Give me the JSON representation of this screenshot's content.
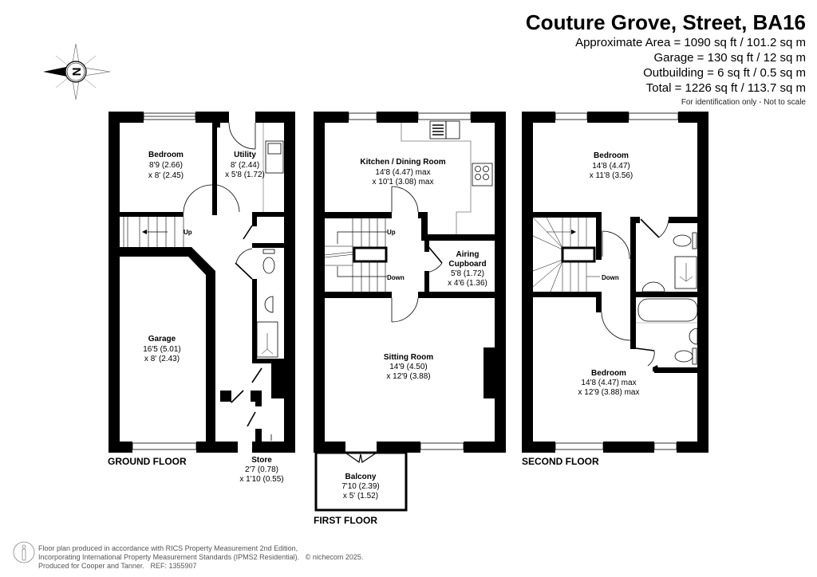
{
  "header": {
    "title": "Couture Grove, Street, BA16",
    "areas": [
      "Approximate Area = 1090 sq ft / 101.2 sq m",
      "Garage = 130 sq ft / 12 sq m",
      "Outbuilding = 6 sq ft / 0.5 sq m",
      "Total = 1226 sq ft / 113.7 sq m"
    ],
    "note": "For identification only - Not to scale"
  },
  "compass": {
    "letter": "N",
    "icon": "compass-north-arrow-icon"
  },
  "ground_floor": {
    "label": "GROUND FLOOR",
    "rooms": [
      {
        "name": "Bedroom",
        "dim1": "8'9 (2.66)",
        "dim2": "x 8' (2.45)"
      },
      {
        "name": "Utility",
        "dim1": "8' (2.44)",
        "dim2": "x 5'8 (1.72)"
      },
      {
        "name": "Garage",
        "dim1": "16'5 (5.01)",
        "dim2": "x 8' (2.43)"
      },
      {
        "name": "Store",
        "dim1": "2'7 (0.78)",
        "dim2": "x 1'10 (0.55)"
      }
    ],
    "stairs_label": "Up"
  },
  "first_floor": {
    "label": "FIRST FLOOR",
    "rooms": [
      {
        "name": "Kitchen / Dining Room",
        "dim1": "14'8 (4.47) max",
        "dim2": "x 10'1 (3.08) max"
      },
      {
        "name": "Airing",
        "name2": "Cupboard",
        "dim1": "5'8 (1.72)",
        "dim2": "x 4'6 (1.36)"
      },
      {
        "name": "Sitting Room",
        "dim1": "14'9 (4.50)",
        "dim2": "x 12'9 (3.88)"
      },
      {
        "name": "Balcony",
        "dim1": "7'10 (2.39)",
        "dim2": "x 5' (1.52)"
      }
    ],
    "stairs_up": "Up",
    "stairs_down": "Down"
  },
  "second_floor": {
    "label": "SECOND FLOOR",
    "rooms": [
      {
        "name": "Bedroom",
        "dim1": "14'8 (4.47)",
        "dim2": "x 11'8 (3.56)"
      },
      {
        "name": "Bedroom",
        "dim1": "14'8 (4.47) max",
        "dim2": "x 12'9 (3.88) max"
      }
    ],
    "stairs_down": "Down"
  },
  "footer": {
    "line1": "Floor plan produced in accordance with RICS Property Measurement 2nd Edition,",
    "line2": "Incorporating International Property Measurement Standards (IPMS2 Residential).",
    "copyright": "© nichecom 2025.",
    "line3": "Produced for Cooper and Tanner.",
    "ref": "REF: 1355907"
  }
}
